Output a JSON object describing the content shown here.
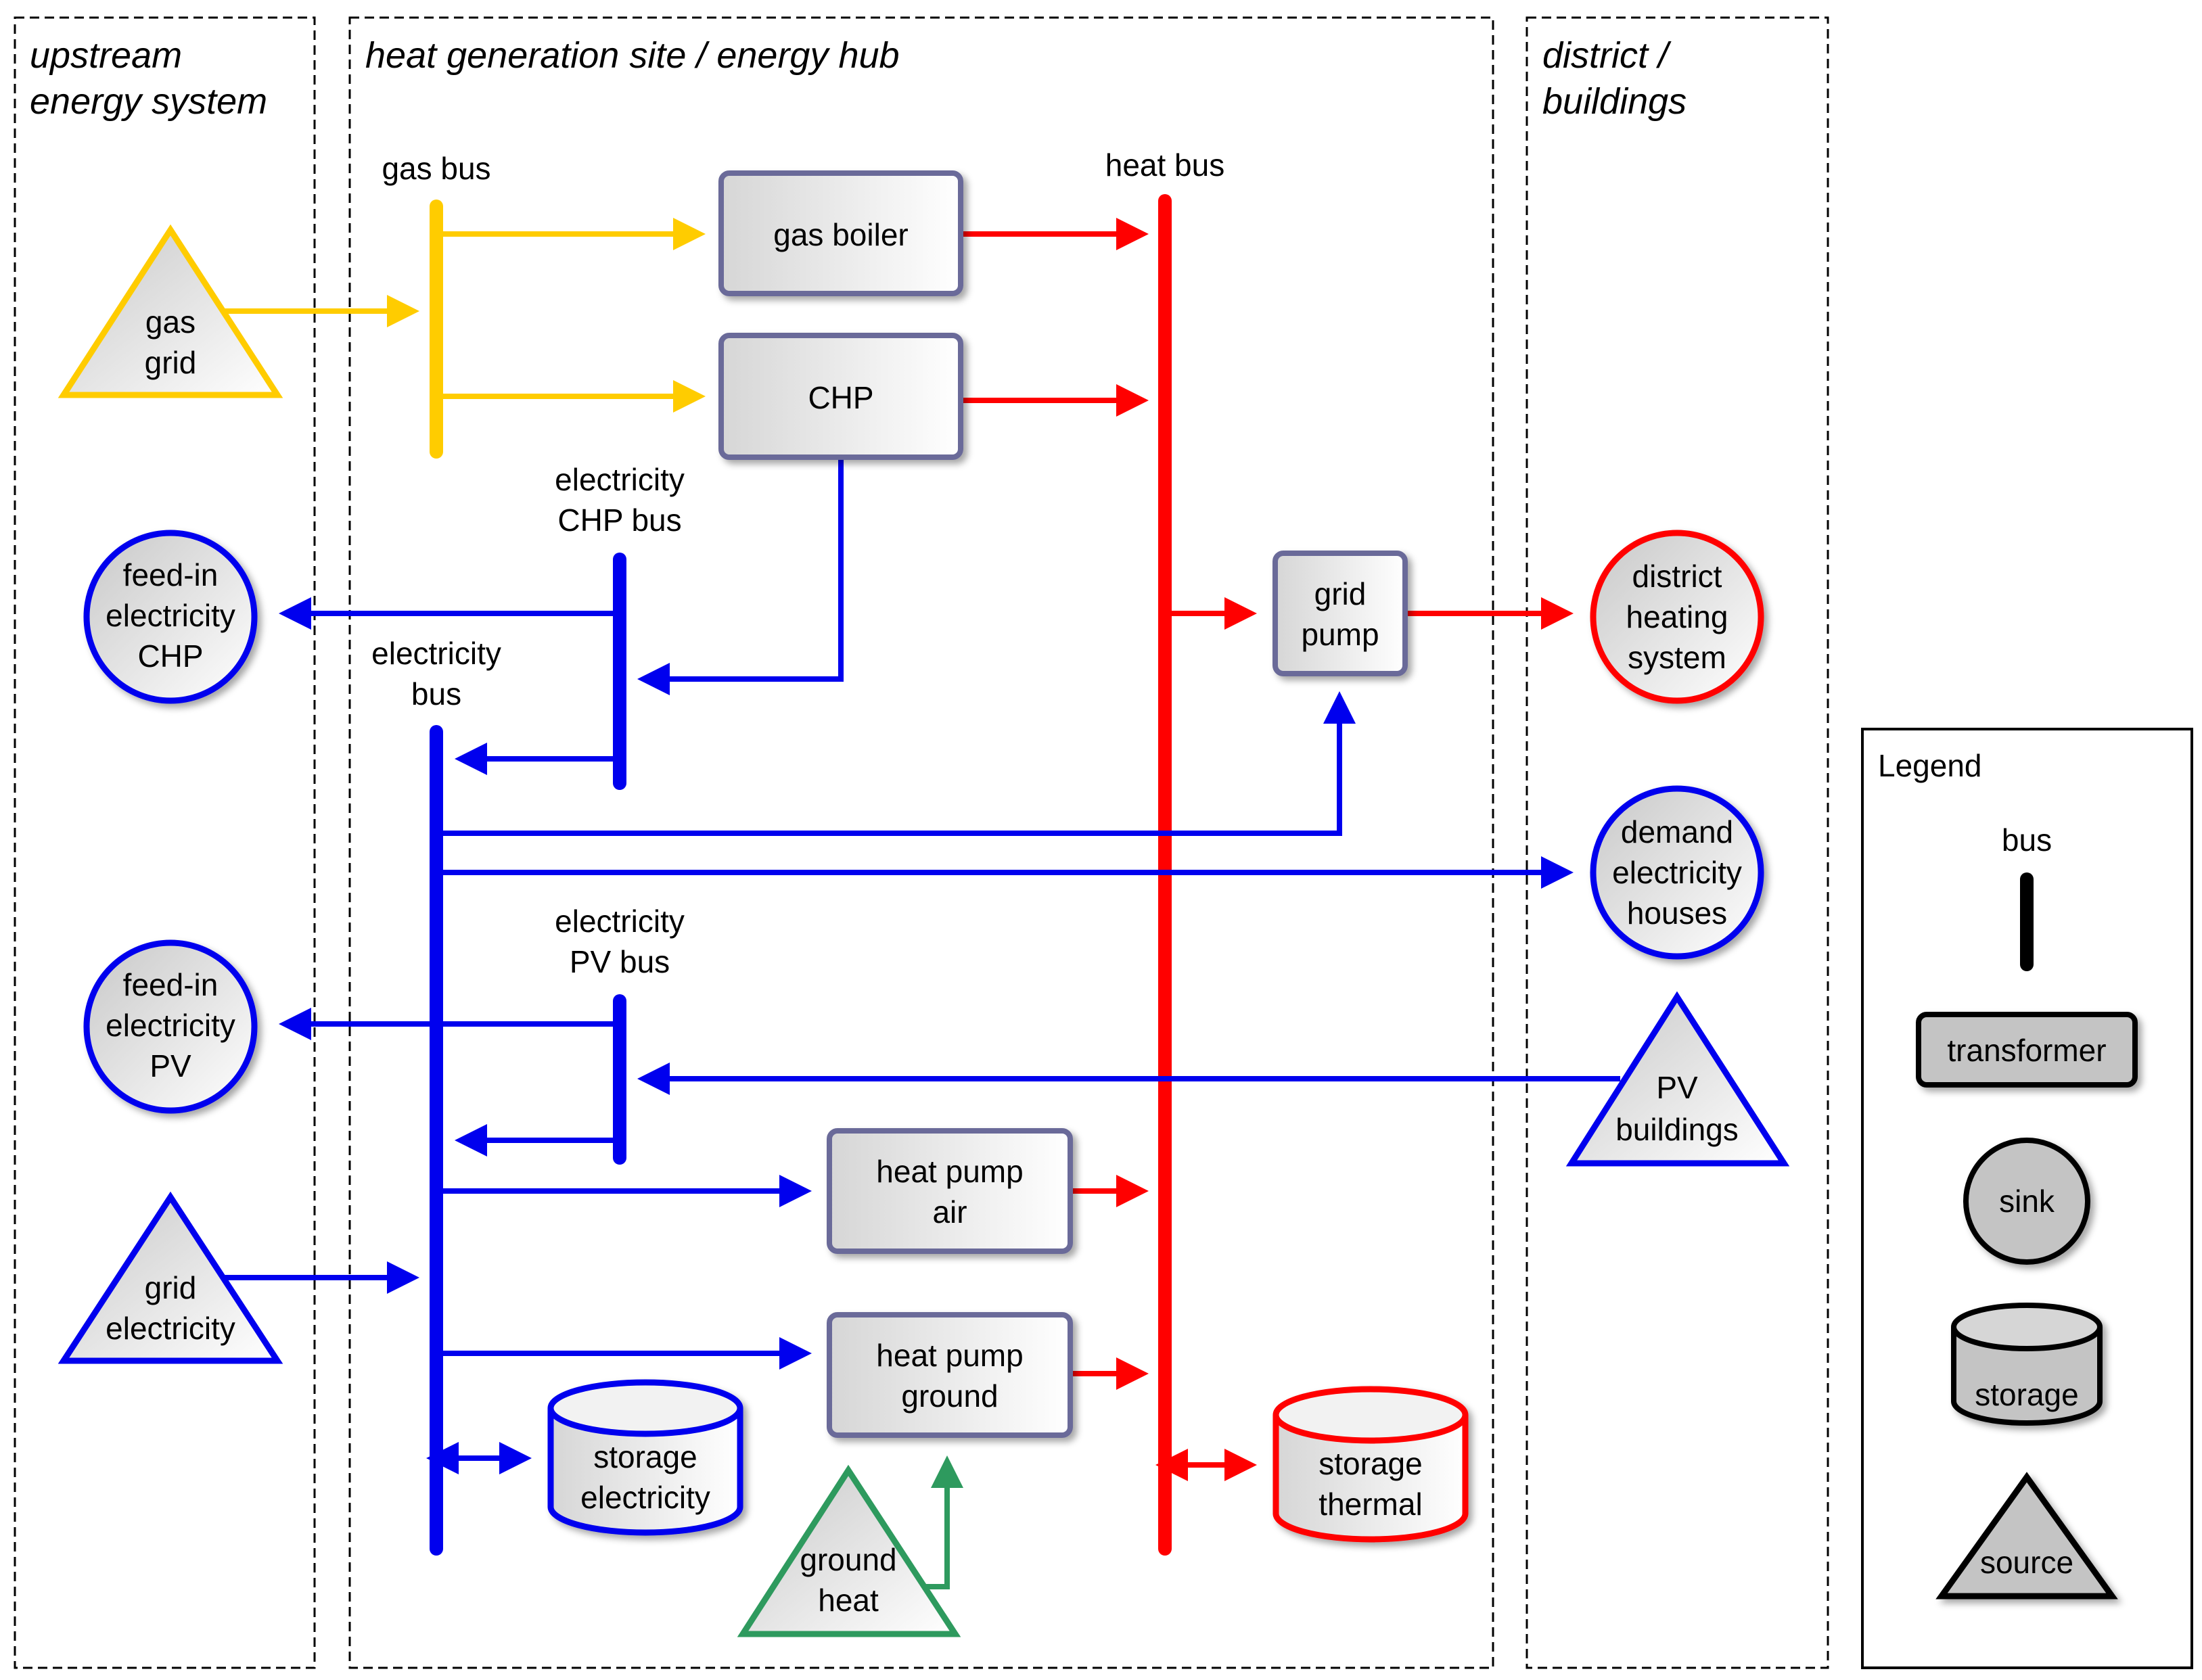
{
  "regions": {
    "upstream": "upstream|energy system",
    "hub": "heat generation site / energy hub",
    "district": "district /|buildings"
  },
  "buses": {
    "gas": "gas bus",
    "heat": "heat bus",
    "elec_chp": "electricity|CHP bus",
    "elec": "electricity|bus",
    "elec_pv": "electricity|PV bus"
  },
  "nodes": {
    "gas_grid": "gas|grid",
    "feedin_chp": "feed-in|electricity|CHP",
    "feedin_pv": "feed-in|electricity|PV",
    "grid_electricity": "grid|electricity",
    "gas_boiler": "gas boiler",
    "chp": "CHP",
    "grid_pump": "grid|pump",
    "district_heating": "district|heating|system",
    "demand_electricity": "demand|electricity|houses",
    "pv_buildings": "PV|buildings",
    "heat_pump_air": "heat pump|air",
    "heat_pump_ground": "heat pump|ground",
    "storage_electricity": "storage|electricity",
    "storage_thermal": "storage|thermal",
    "ground_heat": "ground|heat"
  },
  "legend": {
    "title": "Legend",
    "bus": "bus",
    "transformer": "transformer",
    "sink": "sink",
    "storage": "storage",
    "source": "source"
  },
  "colors": {
    "gas": "#FFCC00",
    "heat": "#FF0000",
    "electricity": "#0000EE",
    "ground": "#2E9A5E",
    "legend": "#000000",
    "transformer_stroke": "#6B6B99"
  }
}
